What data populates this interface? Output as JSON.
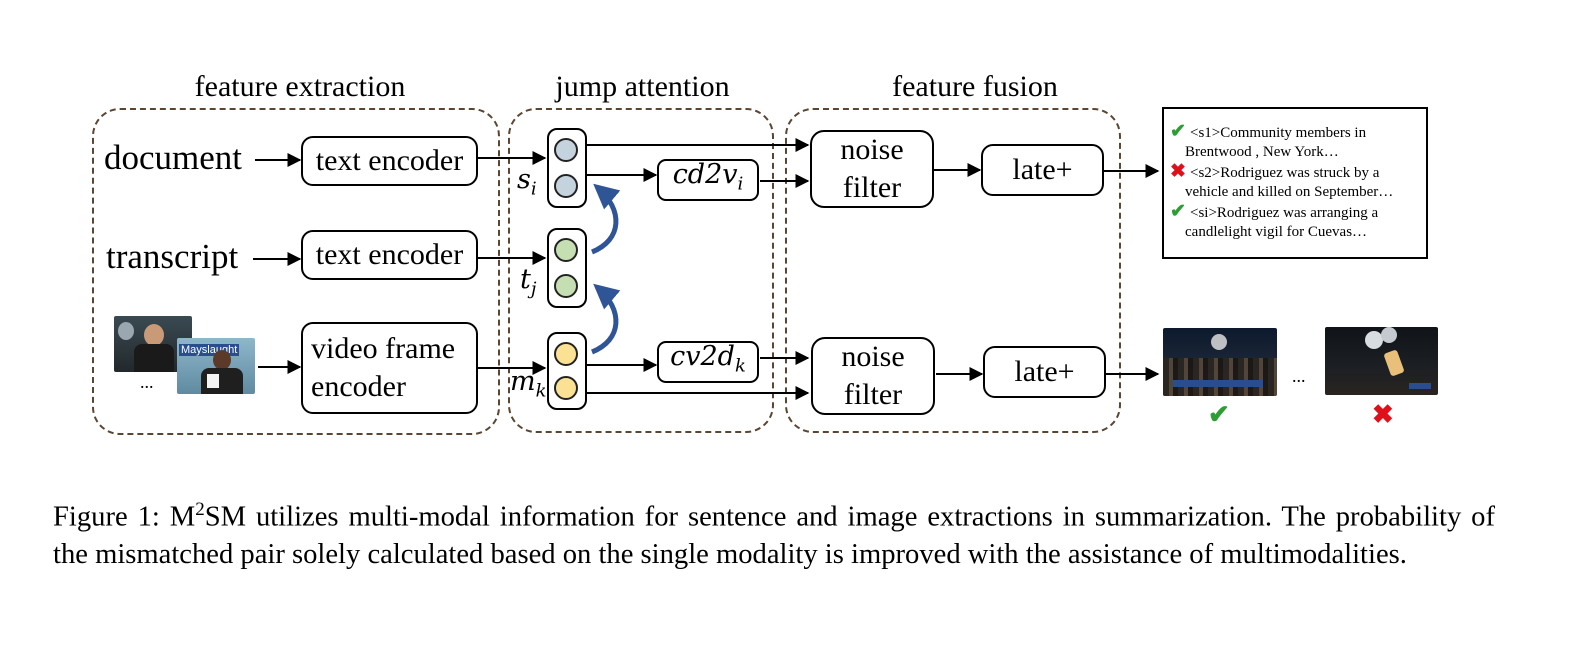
{
  "sections": {
    "extraction": "feature extraction",
    "attention": "jump attention",
    "fusion": "feature fusion"
  },
  "inputs": {
    "document": "document",
    "transcript": "transcript",
    "ellipsis": "..."
  },
  "encoders": {
    "text_encoder_1": "text encoder",
    "text_encoder_2": "text encoder",
    "video_encoder_line1": "video frame",
    "video_encoder_line2": "encoder"
  },
  "variables": {
    "s": "s",
    "s_sub": "i",
    "t": "t",
    "t_sub": "j",
    "m": "m",
    "m_sub": "k"
  },
  "attention_boxes": {
    "cd2v": "cd2v",
    "cd2v_sub": "i",
    "cv2d": "cv2d",
    "cv2d_sub": "k"
  },
  "fusion": {
    "noise_filter_1": [
      "noise",
      "filter"
    ],
    "noise_filter_2": [
      "noise",
      "filter"
    ],
    "late_1": "late+",
    "late_2": "late+"
  },
  "output_text": [
    {
      "mark": "check",
      "first": "<s1>Community members in",
      "second": "Brentwood , New York…"
    },
    {
      "mark": "cross",
      "first": "<s2>Rodriguez was struck by a",
      "second": "vehicle and killed on September…"
    },
    {
      "mark": "check",
      "first": "<si>Rodriguez was arranging a",
      "second": "candlelight vigil  for Cuevas…"
    }
  ],
  "output_images": {
    "ellipsis": "...",
    "marks": [
      "check",
      "cross"
    ]
  },
  "frame_overlay_text": "Mayslaught",
  "caption": {
    "prefix": "Figure 1: M",
    "sup": "2",
    "rest": "SM utilizes multi-modal information for sentence and image extractions in summarization.  The probability of the mismatched pair solely calculated based on the single modality is improved with the assistance of multimodalities."
  },
  "colors": {
    "group_border": "#5a4632",
    "s_circle": "#c5d3de",
    "t_circle": "#c6dfb2",
    "m_circle": "#fbe193",
    "curved_arrow": "#2f5597",
    "check": "#2e9e34",
    "cross": "#e0101a"
  }
}
